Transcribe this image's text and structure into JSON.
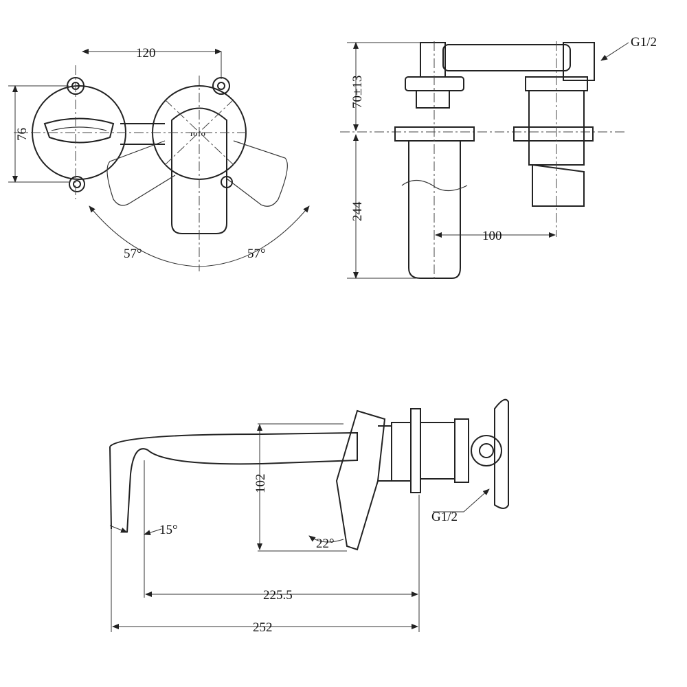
{
  "drawing": {
    "logo_text": "TOTO",
    "front_view": {
      "width_dim": "120",
      "height_dim": "76",
      "angle_left": "57°",
      "angle_right": "57°"
    },
    "side_view": {
      "thread_label": "G1/2",
      "adjust_dim": "70±13",
      "depth_dim": "244",
      "offset_dim": "100"
    },
    "spout_view": {
      "height_dim": "102",
      "spout_angle": "15°",
      "lever_angle": "22°",
      "reach_dim": "225.5",
      "overall_dim": "252",
      "thread_label": "G1/2"
    }
  }
}
